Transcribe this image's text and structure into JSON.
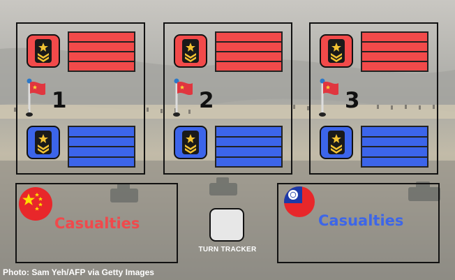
{
  "sectors": [
    {
      "number": "1"
    },
    {
      "number": "2"
    },
    {
      "number": "3"
    }
  ],
  "casualties": {
    "left_label": "Casualties",
    "right_label": "Casualties",
    "left_color": "#f0494c",
    "right_color": "#3d66e8"
  },
  "turn_tracker": {
    "label": "TURN TRACKER"
  },
  "photo_credit": "Photo: Sam Yeh/AFP via Getty Images",
  "colors": {
    "red": "#f24a4a",
    "blue": "#3c65ea"
  },
  "icons": [
    "rank-insignia-icon",
    "flag-icon",
    "china-flag-icon",
    "taiwan-flag-icon"
  ]
}
